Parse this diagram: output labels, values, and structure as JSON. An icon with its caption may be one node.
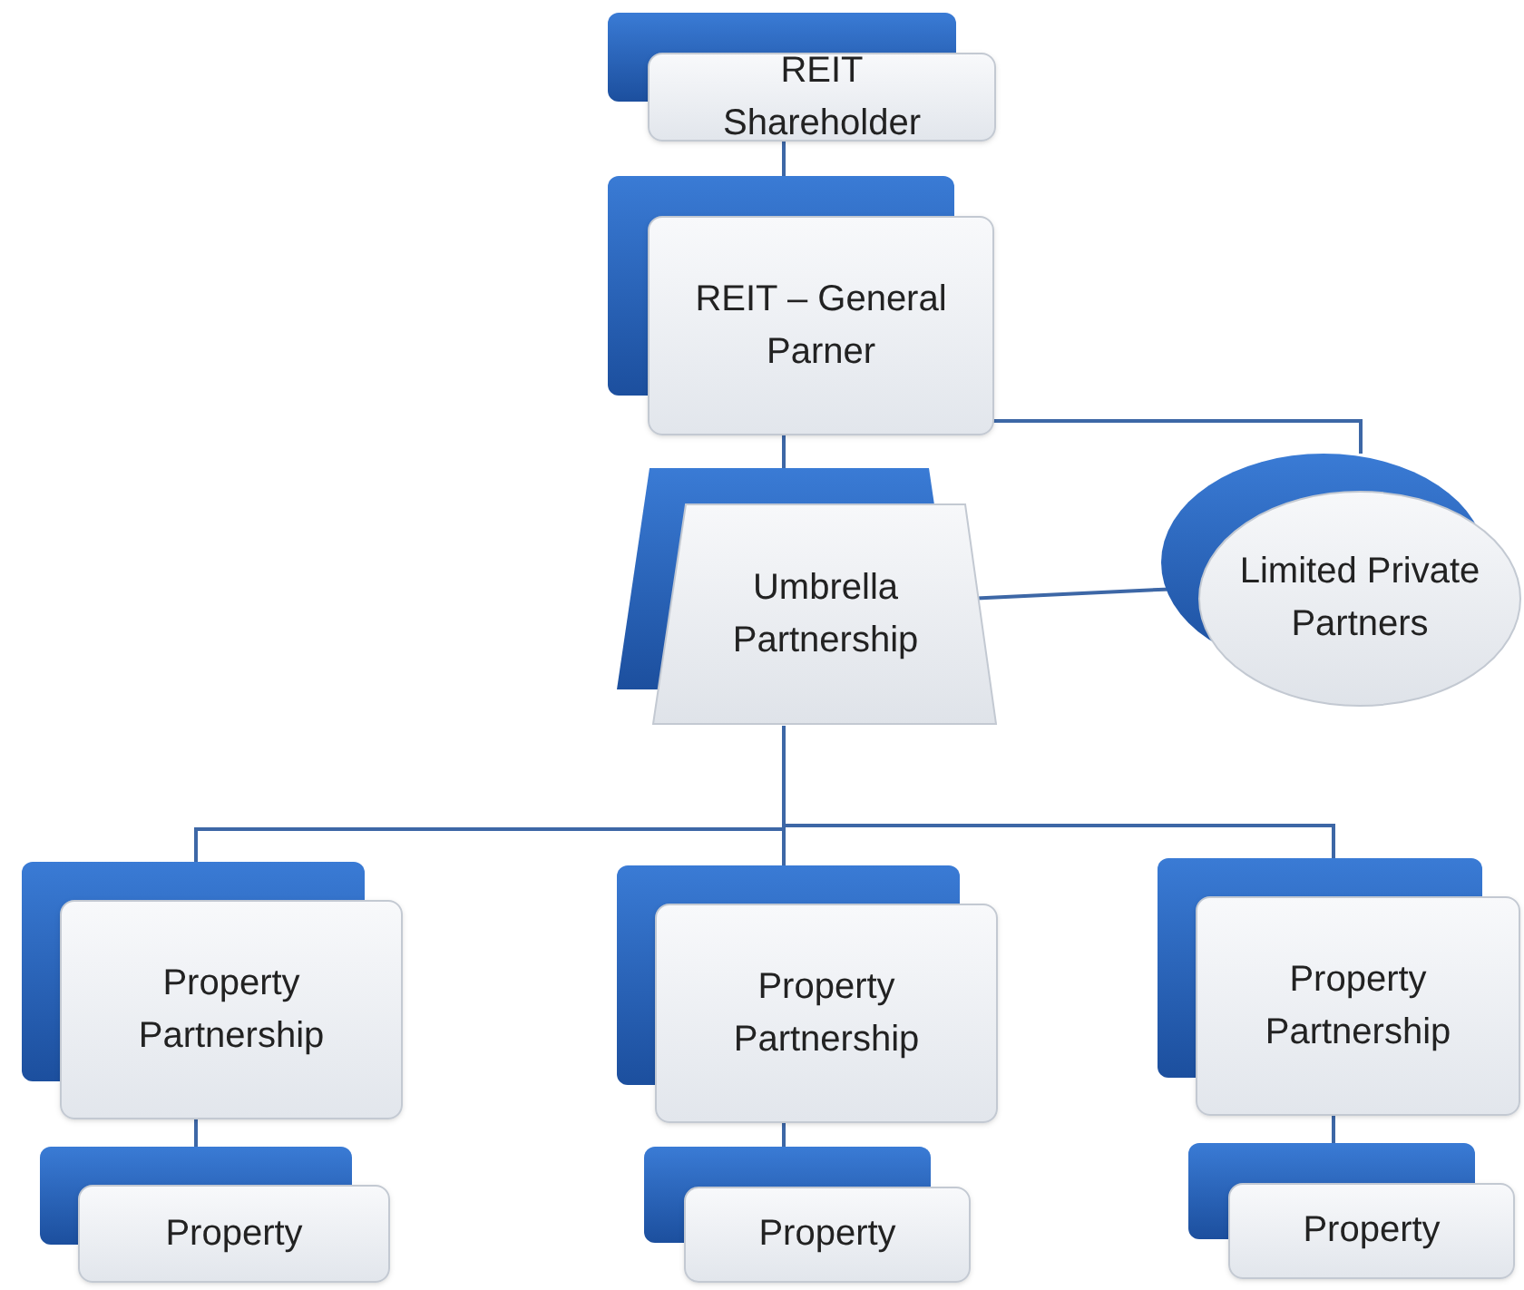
{
  "diagram": {
    "nodes": [
      {
        "text": [
          "REIT Shareholder"
        ]
      },
      {
        "text": [
          "REIT – General Parner"
        ]
      },
      {
        "text": [
          "Umbrella Partnership"
        ]
      },
      {
        "text": [
          "Limited Private Partners"
        ]
      },
      {
        "text": [
          "Property Partnership"
        ]
      },
      {
        "text": [
          "Property Partnership"
        ]
      },
      {
        "text": [
          "Property Partnership"
        ]
      },
      {
        "text": [
          "Property"
        ]
      },
      {
        "text": [
          "Property"
        ]
      },
      {
        "text": [
          "Property"
        ]
      }
    ],
    "edges": [
      {
        "from": 0,
        "to": 1,
        "arrow": "none"
      },
      {
        "from": 1,
        "to": 2,
        "arrow": "none"
      },
      {
        "from": 1,
        "to": 3,
        "arrow": "none"
      },
      {
        "from": 2,
        "to": 3,
        "arrow": "none"
      },
      {
        "from": 2,
        "to": 4,
        "arrow": "none"
      },
      {
        "from": 2,
        "to": 5,
        "arrow": "none"
      },
      {
        "from": 2,
        "to": 6,
        "arrow": "none"
      },
      {
        "from": 4,
        "to": 7,
        "arrow": "none"
      },
      {
        "from": 5,
        "to": 8,
        "arrow": "none"
      },
      {
        "from": 6,
        "to": 9,
        "arrow": "none"
      }
    ]
  }
}
